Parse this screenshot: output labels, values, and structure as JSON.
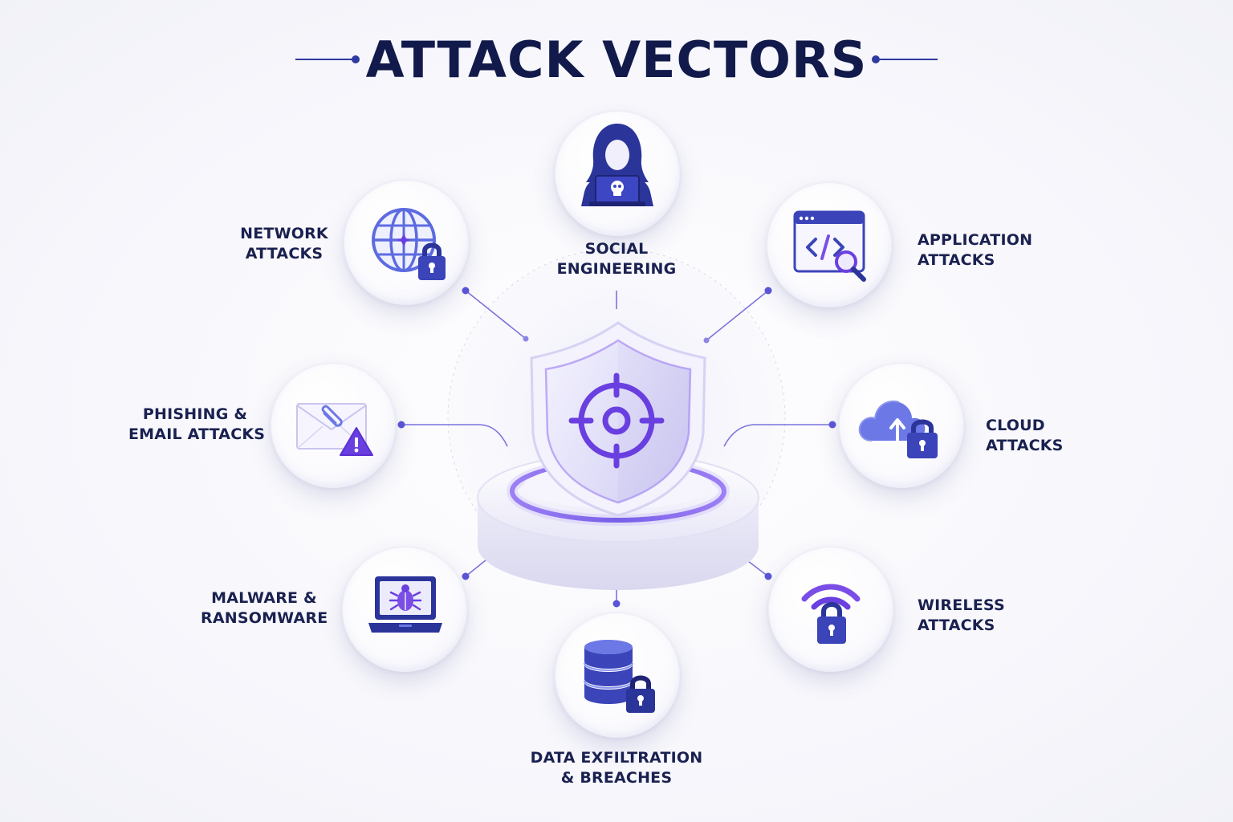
{
  "title": "ATTACK VECTORS",
  "colors": {
    "navy": "#1a2150",
    "indigo": "#3b44b8",
    "violet": "#7a4ee6",
    "accent": "#6c5ce7"
  },
  "vectors": [
    {
      "id": "social",
      "line1": "SOCIAL",
      "line2": "ENGINEERING",
      "icon": "hooded-hacker-laptop-skull-icon"
    },
    {
      "id": "application",
      "line1": "APPLICATION",
      "line2": "ATTACKS",
      "icon": "code-window-magnifier-icon"
    },
    {
      "id": "cloud",
      "line1": "CLOUD",
      "line2": "ATTACKS",
      "icon": "cloud-upload-lock-icon"
    },
    {
      "id": "wireless",
      "line1": "WIRELESS",
      "line2": "ATTACKS",
      "icon": "wifi-lock-icon"
    },
    {
      "id": "data",
      "line1": "DATA EXFILTRATION",
      "line2": "& BREACHES",
      "icon": "database-lock-icon"
    },
    {
      "id": "malware",
      "line1": "MALWARE &",
      "line2": "RANSOMWARE",
      "icon": "laptop-bug-icon"
    },
    {
      "id": "phishing",
      "line1": "PHISHING &",
      "line2": "EMAIL ATTACKS",
      "icon": "envelope-warning-icon"
    },
    {
      "id": "network",
      "line1": "NETWORK",
      "line2": "ATTACKS",
      "icon": "globe-lock-icon"
    }
  ],
  "hub_icon": "shield-target-icon"
}
